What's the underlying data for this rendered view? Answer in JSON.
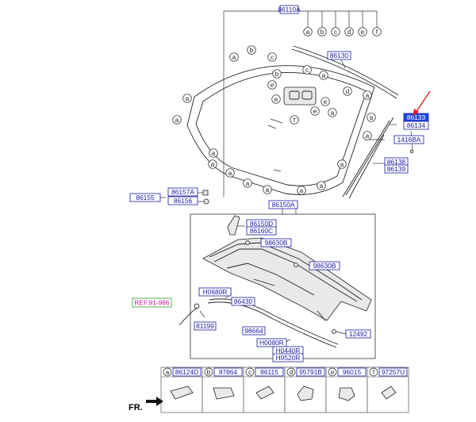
{
  "part_labels": {
    "p86110A": "86110A",
    "p86130": "86130",
    "p86133": "86133",
    "p86134": "86134",
    "p1416BA": "1416BA",
    "p86138": "86138",
    "p86139": "86139",
    "p86155": "86155",
    "p86157A": "86157A",
    "p86156": "86156",
    "p86150A": "86150A",
    "p86150D": "86150D",
    "p86160C": "86160C",
    "p98630B_1": "98630B",
    "p98630B_2": "98630B",
    "pH0680R": "H0680R",
    "p86430": "86430",
    "p81199": "81199",
    "p98664": "98664",
    "pH0080R": "H0080R",
    "pH0440R": "H0440R",
    "pH0520R": "H0520R",
    "p12492": "12492"
  },
  "reference_label": "REF.91-986",
  "callout_letters": {
    "a": "a",
    "b": "b",
    "c": "c",
    "d": "d",
    "e": "e",
    "f": "f"
  },
  "legend": [
    {
      "letter": "a",
      "part": "86124D"
    },
    {
      "letter": "b",
      "part": "87864"
    },
    {
      "letter": "c",
      "part": "86115"
    },
    {
      "letter": "d",
      "part": "95791B"
    },
    {
      "letter": "e",
      "part": "96015"
    },
    {
      "letter": "f",
      "part": "97257U"
    }
  ],
  "front_label": "FR.",
  "colors": {
    "label_border": "#1a1aa8",
    "label_text": "#1a1aa8",
    "highlight_fill": "#1e48e6",
    "reference_text": "#d0189a",
    "reference_border": "#2aa02a",
    "pointer_arrow": "#e02020"
  }
}
